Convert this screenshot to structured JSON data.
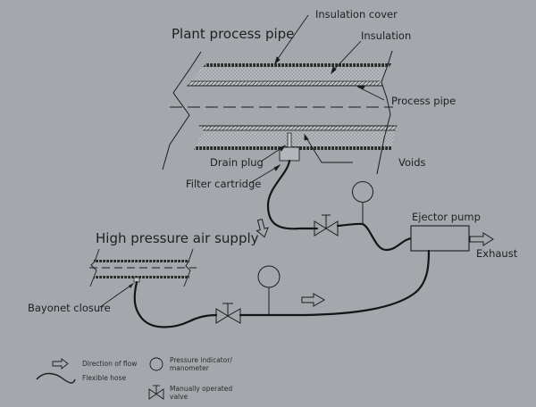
{
  "diagram": {
    "title_pipe": "Plant process pipe",
    "title_air": "High pressure air supply",
    "labels": {
      "insulation_cover": "Insulation cover",
      "insulation": "Insulation",
      "process_pipe": "Process pipe",
      "voids": "Voids",
      "drain_plug": "Drain plug",
      "filter_cartridge": "Filter cartridge",
      "ejector_pump": "Ejector pump",
      "exhaust": "Exhaust",
      "bayonet_closure": "Bayonet closure"
    },
    "colors": {
      "background": "#a4a7ac",
      "ink": "#1c1d20"
    }
  },
  "legend": {
    "flow": "Direction of flow",
    "hose": "Flexible hose",
    "pressure_line1": "Pressure indicator/",
    "pressure_line2": "manometer",
    "valve_line1": "Manually operated",
    "valve_line2": "valve"
  }
}
